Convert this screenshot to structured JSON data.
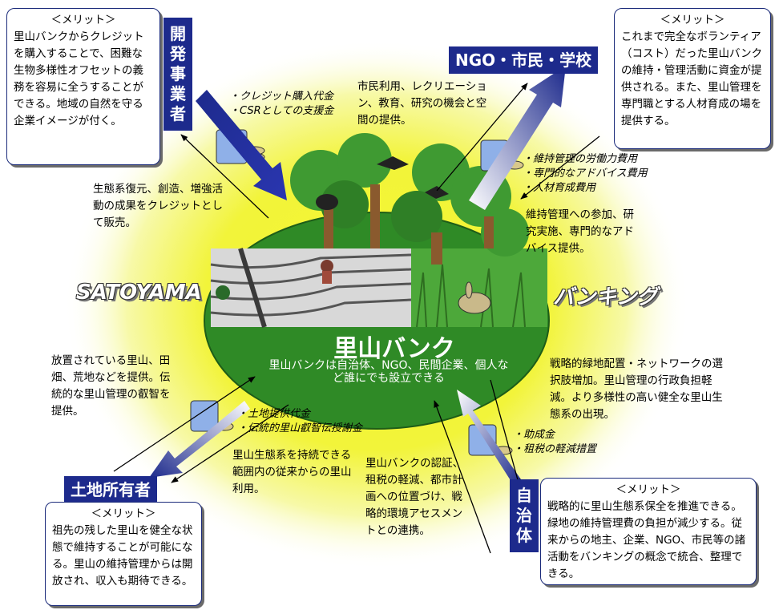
{
  "center": {
    "title": "里山バンク",
    "subtitle": "里山バンクは自治体、NGO、民間企業、個人など誰にでも設立できる"
  },
  "labels": {
    "satoyama": "SATOYAMA",
    "banking": "バンキング"
  },
  "actors": {
    "developer": "開発事業者",
    "ngo": "NGO・市民・学校",
    "landowner": "土地所有者",
    "municipality": "自治体"
  },
  "merit_boxes": {
    "developer": {
      "title": "＜メリット＞",
      "body": "里山バンクからクレジットを購入することで、困難な生物多様性オフセットの義務を容易に全うすることができる。地域の自然を守る企業イメージが付く。"
    },
    "ngo": {
      "title": "＜メリット＞",
      "body": "これまで完全なボランティア（コスト）だった里山バンクの維持・管理活動に資金が提供される。また、里山管理を専門職とする人材育成の場を提供する。"
    },
    "landowner": {
      "title": "＜メリット＞",
      "body": "祖先の残した里山を健全な状態で維持することが可能になる。里山の維持管理からは開放され、収入も期待できる。"
    },
    "municipality": {
      "title": "＜メリット＞",
      "body": "戦略的に里山生態系保全を推進できる。緑地の維持管理費の負担が減少する。従来からの地主、企業、NGO、市民等の諸活動をバンキングの概念で統合、整理できる。"
    }
  },
  "flows": {
    "developer_pay": [
      "・クレジット購入代金",
      "・CSRとしての支援金"
    ],
    "ngo_pay": [
      "・維持管理の労働力費用",
      "・専門的なアドバイス費用",
      "・人材育成費用"
    ],
    "landowner_pay": [
      "・土地提供代金",
      "・伝統的里山叡智伝授謝金"
    ],
    "municipality_pay": [
      "・助成金",
      "・租税の軽減措置"
    ]
  },
  "notes": {
    "credit_sale": "生態系復元、創造、増強活動の成果をクレジットとして販売。",
    "recreation": "市民利用、レクリエーション、教育、研究の機会と空間の提供。",
    "participation": "維持管理への参加、研究実施、専門的なアドバイス提供。",
    "strategic": "戦略的緑地配置・ネットワークの選択肢増加。里山管理の行政負担軽減。より多様性の高い健全な里山生態系の出現。",
    "abandoned": "放置されている里山、田畑、荒地などを提供。伝統的な里山管理の叡智を提供。",
    "traditional_use": "里山生態系を持続できる範囲内の従来からの里山利用。",
    "certification": "里山バンクの認証、租税の軽減、都市計画への位置づけ、戦略的環境アセスメントとの連携。"
  },
  "colors": {
    "actor_bg": "#1d2a8c",
    "ellipse": "#2f8a26",
    "glow": "#f2f533",
    "merit_border": "#1a2a7a"
  }
}
